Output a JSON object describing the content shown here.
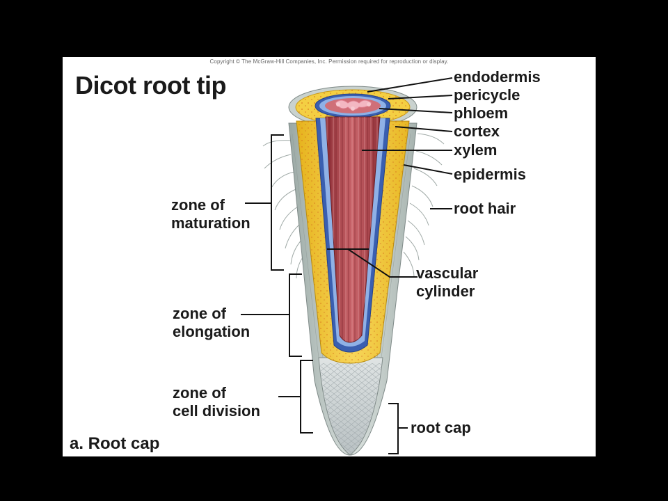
{
  "copyright": "Copyright © The McGraw-Hill Companies, Inc. Permission required for reproduction or display.",
  "title": "Dicot root tip",
  "panel_label": "a. Root cap",
  "labels": {
    "endodermis": "endodermis",
    "pericycle": "pericycle",
    "phloem": "phloem",
    "cortex": "cortex",
    "xylem": "xylem",
    "epidermis": "epidermis",
    "root_hair": "root hair",
    "vascular_cylinder": [
      "vascular",
      "cylinder"
    ],
    "zone_maturation": [
      "zone of",
      "maturation"
    ],
    "zone_elongation": [
      "zone of",
      "elongation"
    ],
    "zone_division": [
      "zone of",
      "cell division"
    ],
    "root_cap": "root cap"
  },
  "colors": {
    "page_border": "#000000",
    "background": "#ffffff",
    "epidermis": "#b8c4c0",
    "cortex": "#f2c52e",
    "endodermis": "#3a5fb0",
    "xylem": "#b0444a",
    "phloem": "#f0a0b0",
    "root_cap": "#cfd5d6"
  }
}
